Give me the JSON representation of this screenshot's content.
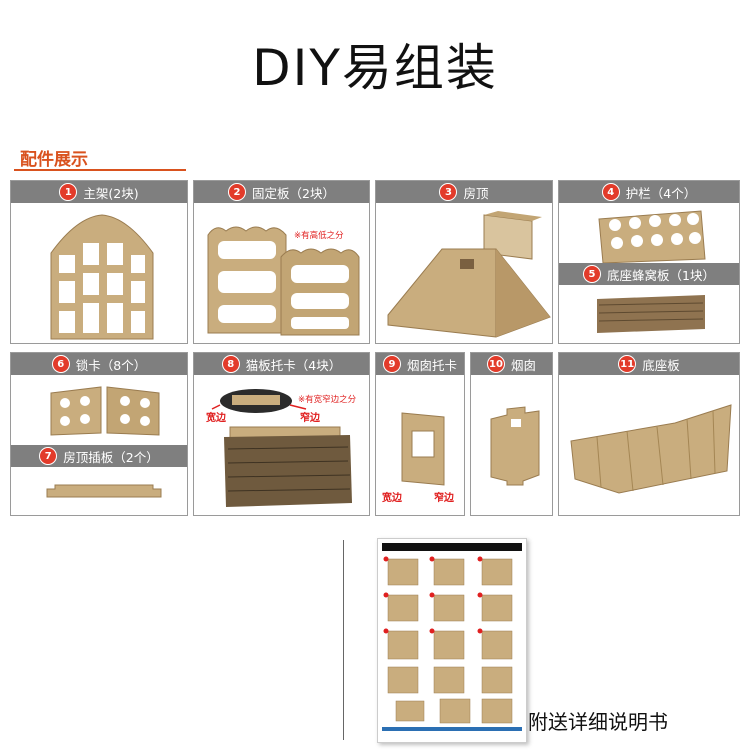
{
  "title": "DIY易组装",
  "section_label": "配件展示",
  "colors": {
    "accent": "#d9521e",
    "header_bg": "#7f7f7f",
    "badge": "#e23b2a",
    "cardboard": "#c9ad7e",
    "note_red": "#e02020"
  },
  "parts": [
    {
      "num": "1",
      "label": "主架(2块)"
    },
    {
      "num": "2",
      "label": "固定板（2块）",
      "note": "※有高低之分"
    },
    {
      "num": "3",
      "label": "房顶"
    },
    {
      "num": "4",
      "label": "护栏（4个）"
    },
    {
      "num": "5",
      "label": "底座蜂窝板（1块）"
    },
    {
      "num": "6",
      "label": "锁卡（8个）"
    },
    {
      "num": "7",
      "label": "房顶插板（2个）"
    },
    {
      "num": "8",
      "label": "猫板托卡（4块）",
      "note": "※有宽窄边之分",
      "wide": "宽边",
      "narrow": "窄边"
    },
    {
      "num": "9",
      "label": "烟囱托卡",
      "wide": "宽边",
      "narrow": "窄边"
    },
    {
      "num": "10",
      "label": "烟囱"
    },
    {
      "num": "11",
      "label": "底座板"
    }
  ],
  "caption": "附送详细说明书"
}
